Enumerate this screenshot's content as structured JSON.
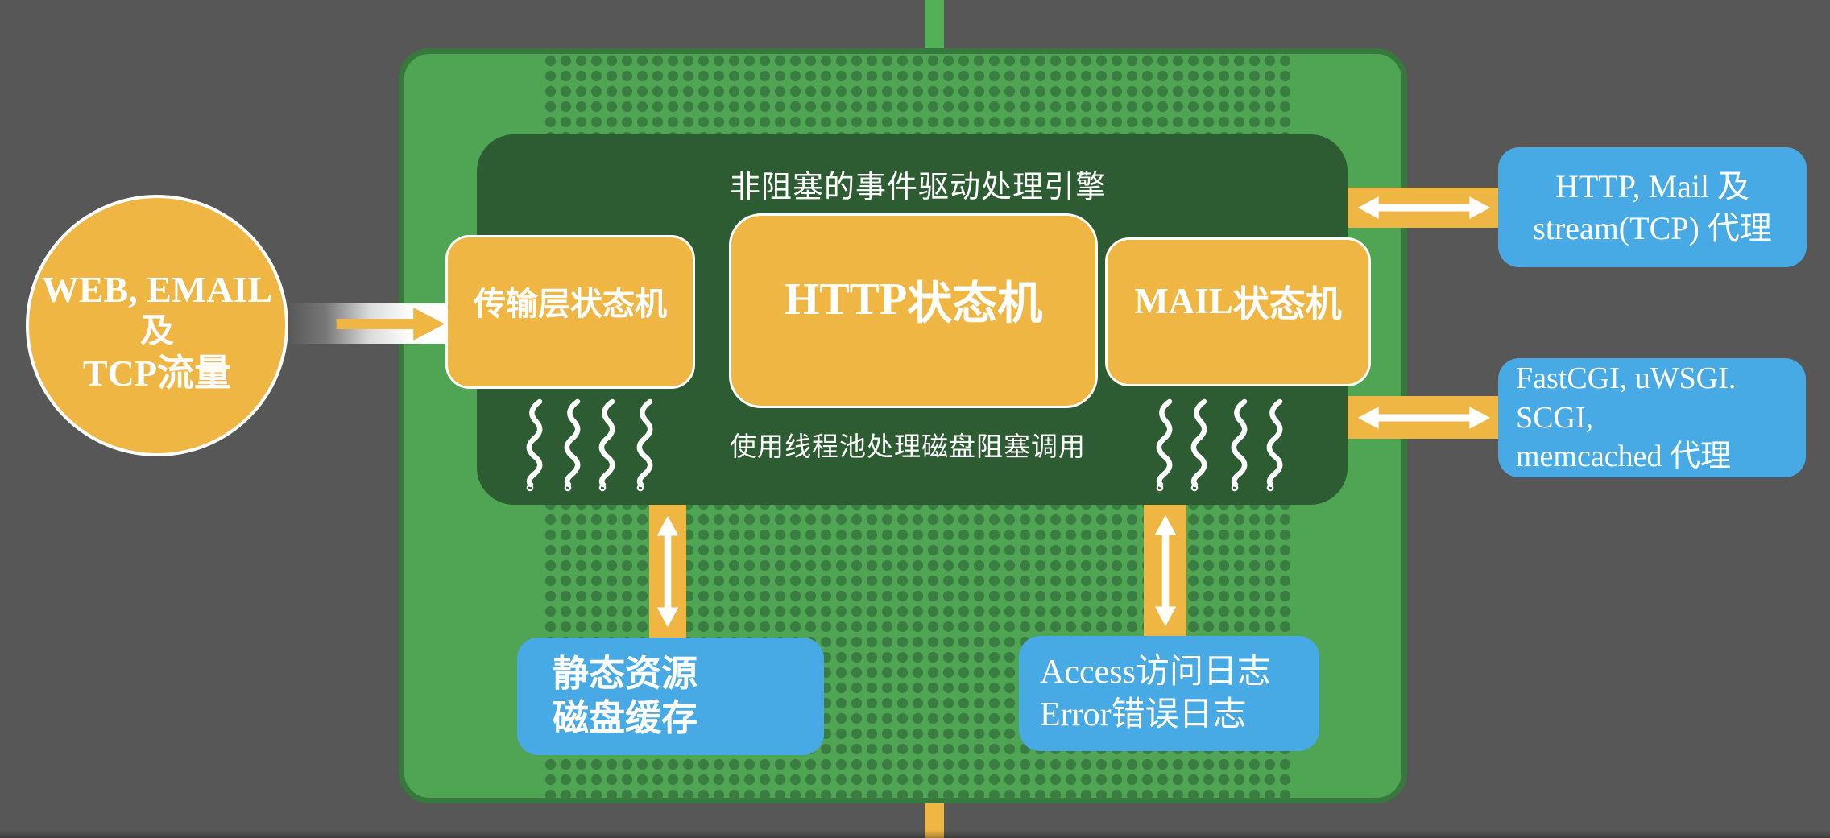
{
  "colors": {
    "background": "#575757",
    "green": "#4fa553",
    "green_dark": "#2d5c33",
    "green_border": "#37783c",
    "dot": "#3a7d40",
    "yellow": "#f0b644",
    "blue": "#47aae4",
    "top_bar_green": "#52b157",
    "white": "#ffffff"
  },
  "circle": {
    "line1": "WEB, EMAIL",
    "line2": "及",
    "line3_latin": "TCP",
    "line3_cjk": "流量"
  },
  "engine": {
    "title": "非阻塞的事件驱动处理引擎",
    "threadpool_note": "使用线程池处理磁盘阻塞调用"
  },
  "state_machines": {
    "transport": "传输层状态机",
    "http_latin": "HTTP",
    "http_cjk": "状态机",
    "mail_latin": "MAIL",
    "mail_cjk": "状态机"
  },
  "cache_box": {
    "line1": "静态资源",
    "line2": "磁盘缓存"
  },
  "logs_box": {
    "line1": "Access访问日志",
    "line2": "Error错误日志"
  },
  "proxy_box_top": {
    "line1": "HTTP, Mail 及",
    "line2": "stream(TCP) 代理"
  },
  "proxy_box_bottom": {
    "line1": "FastCGI, uWSGI. SCGI,",
    "line2": "memcached 代理"
  }
}
